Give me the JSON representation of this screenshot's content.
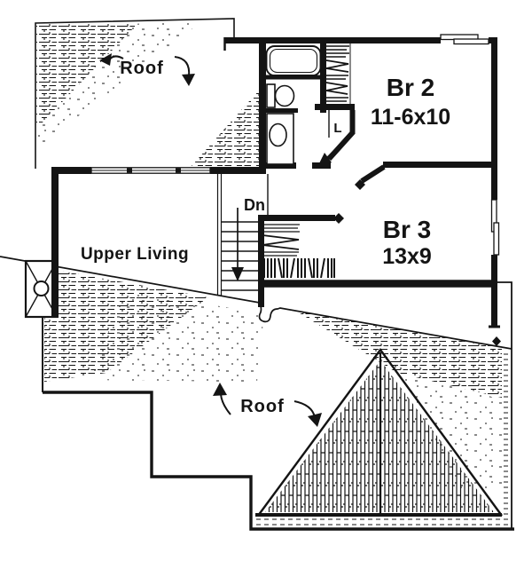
{
  "plan": {
    "kind": "upper-floor-plan"
  },
  "colors": {
    "ink": "#141414",
    "paper": "#ffffff"
  },
  "labels": {
    "roof_upper": "Roof",
    "roof_lower": "Roof",
    "upper_living": "Upper Living",
    "stairs_down": "Dn",
    "linen_closet": "L"
  },
  "rooms": {
    "br2": {
      "name": "Br 2",
      "dims": "11-6x10"
    },
    "br3": {
      "name": "Br 3",
      "dims": "13x9"
    }
  },
  "icons": {
    "roof_upper_arrows": [
      "arrow-left-icon",
      "arrow-curve-down-icon"
    ],
    "roof_lower_arrows": [
      "arrow-up-icon",
      "arrow-curve-down-icon"
    ],
    "stairs_arrow": "arrow-down-icon",
    "fixtures": [
      "bathtub-icon",
      "toilet-icon",
      "sink-icon",
      "chimney-icon"
    ]
  }
}
